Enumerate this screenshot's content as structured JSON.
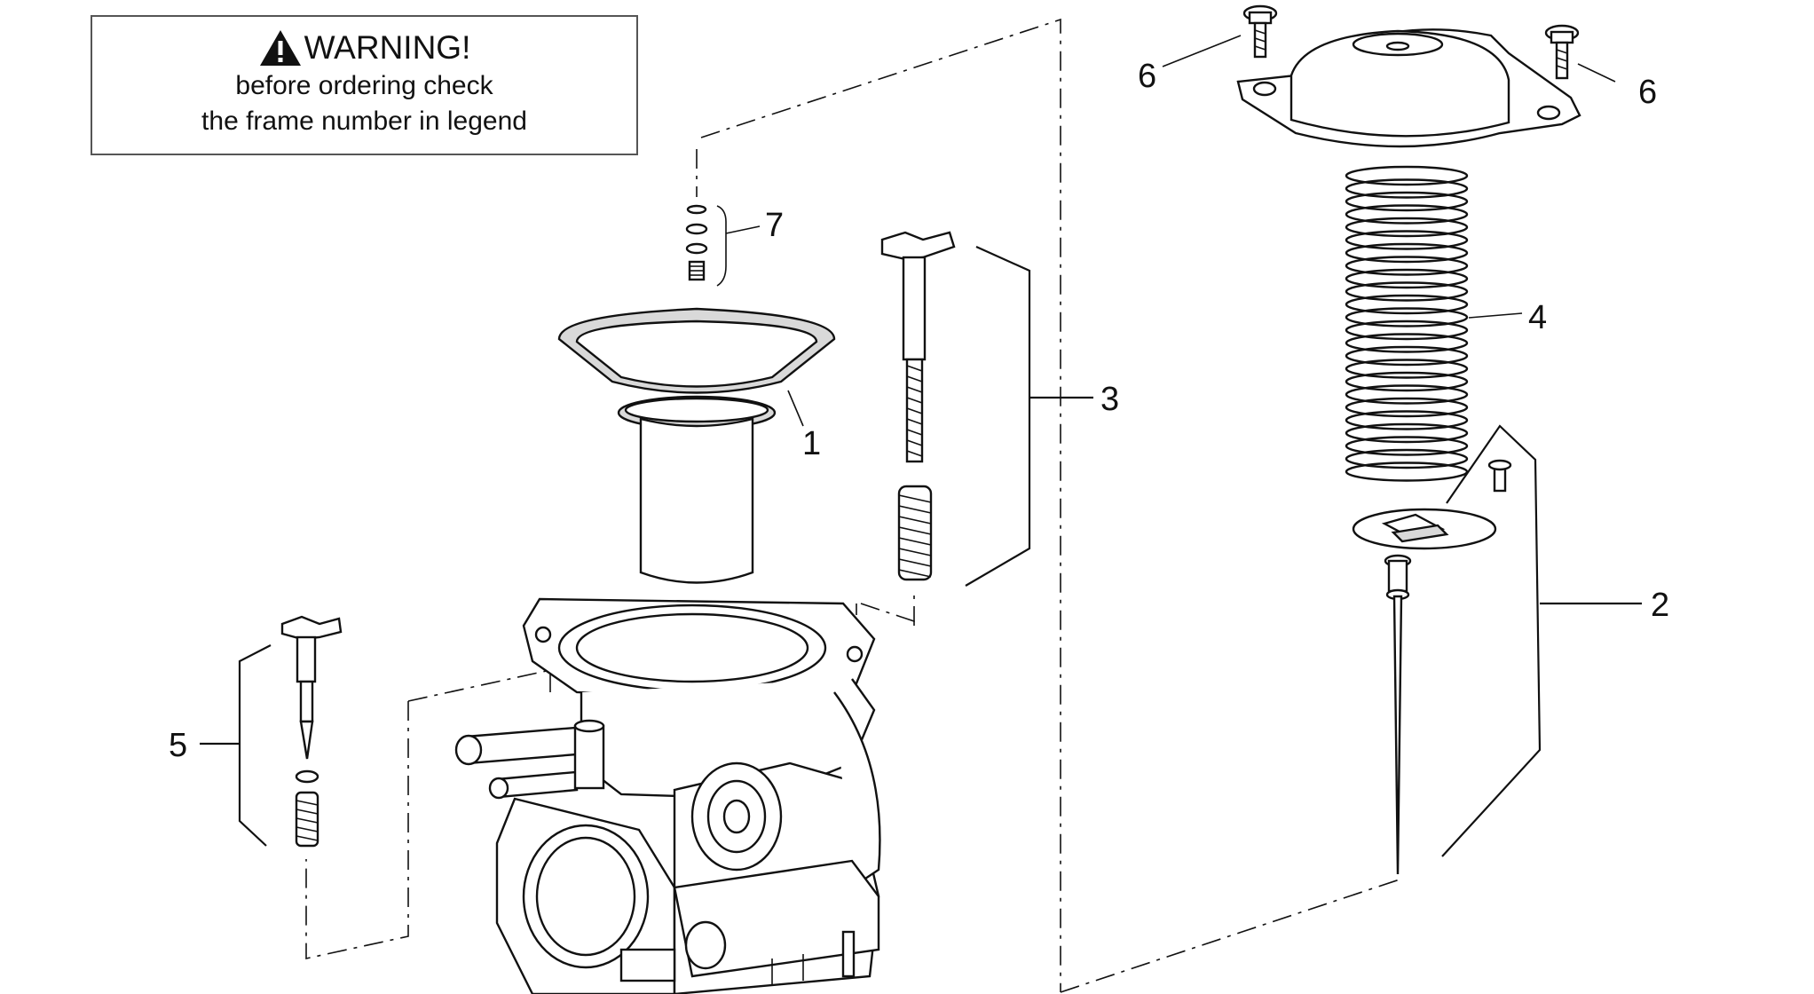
{
  "warning": {
    "title": "WARNING!",
    "line1": "before ordering check",
    "line2": "the frame number in legend",
    "icon": "warning-triangle-icon"
  },
  "callouts": {
    "c1": "1",
    "c2": "2",
    "c3": "3",
    "c4": "4",
    "c5": "5",
    "c6_left": "6",
    "c6_right": "6",
    "c7": "7"
  }
}
